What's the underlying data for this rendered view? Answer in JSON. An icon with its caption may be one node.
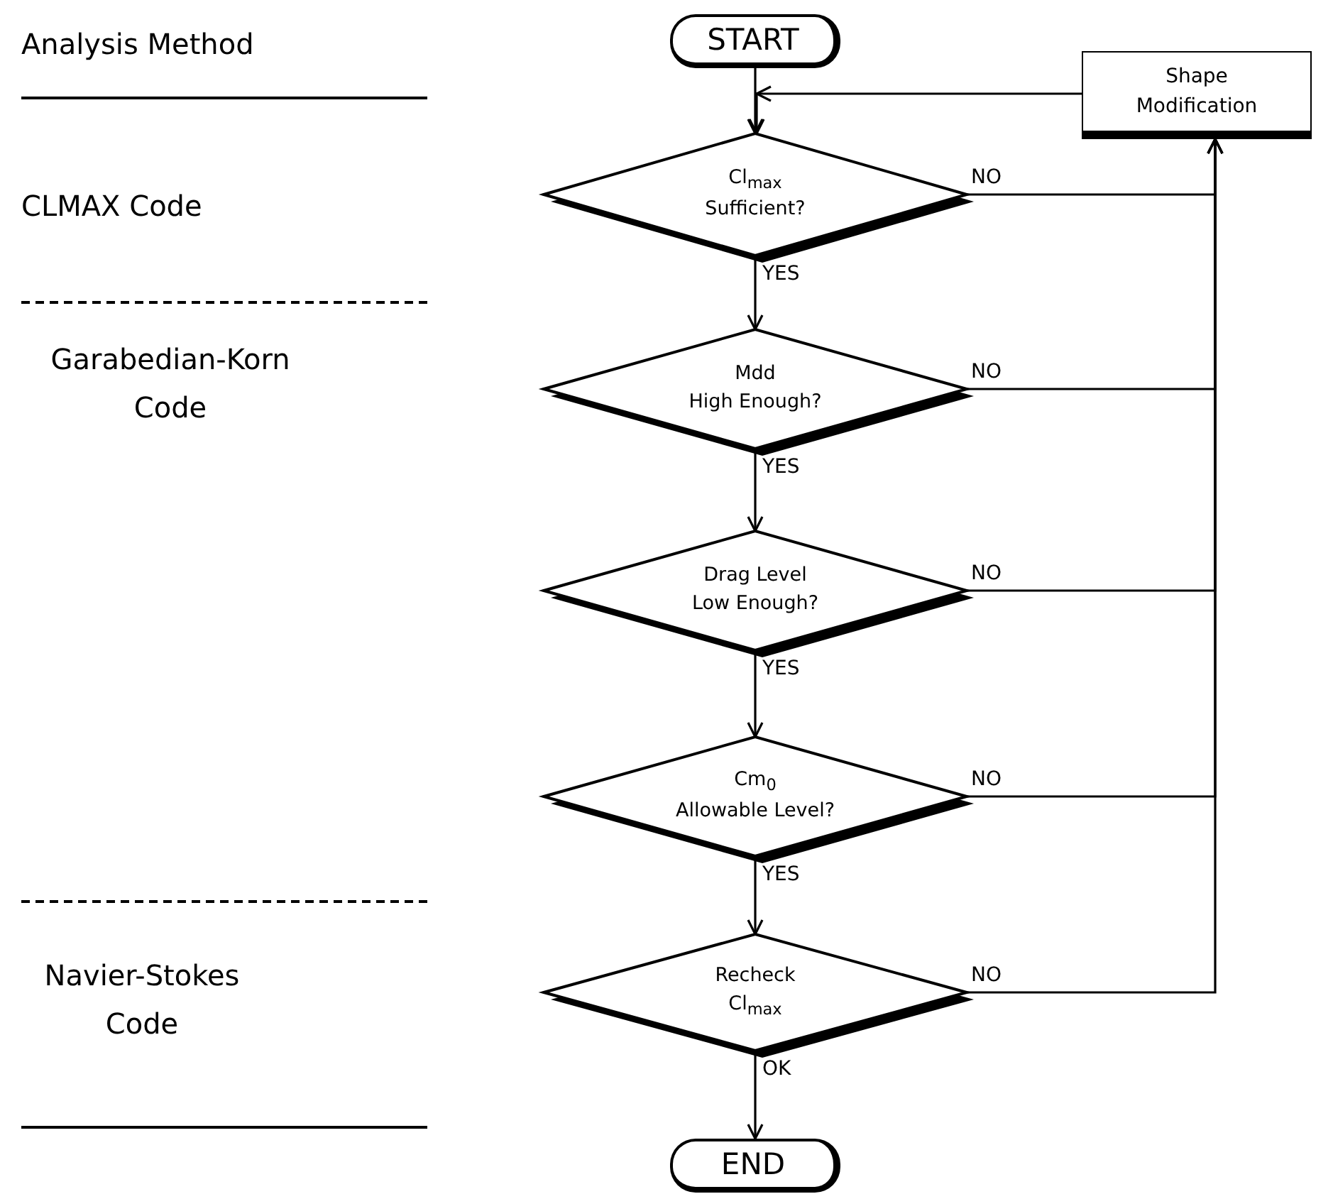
{
  "diagram": {
    "nodes": [
      {
        "text": [
          "START"
        ]
      },
      {
        "text": [
          "Cl$_{max}$ Sufficient?"
        ]
      },
      {
        "text": [
          "Mdd High Enough?"
        ]
      },
      {
        "text": [
          "Drag Level Low Enough?"
        ]
      },
      {
        "text": [
          "Cm$_{0}$ Allowable Level?"
        ]
      },
      {
        "text": [
          "Recheck Cl$_{max}$"
        ]
      },
      {
        "text": [
          "END"
        ]
      },
      {
        "text": [
          "Shape Modification"
        ]
      }
    ],
    "edges": [
      {
        "from": 0,
        "to": 1,
        "arrow": "to"
      },
      {
        "from": 1,
        "to": 2,
        "arrow": "to",
        "label": "YES"
      },
      {
        "from": 2,
        "to": 3,
        "arrow": "to",
        "label": "YES"
      },
      {
        "from": 3,
        "to": 4,
        "arrow": "to",
        "label": "YES"
      },
      {
        "from": 4,
        "to": 5,
        "arrow": "to",
        "label": "YES"
      },
      {
        "from": 5,
        "to": 6,
        "arrow": "to",
        "label": "OK"
      },
      {
        "from": 1,
        "to": 7,
        "arrow": "to",
        "label": "NO"
      },
      {
        "from": 2,
        "to": 7,
        "arrow": "to",
        "label": "NO"
      },
      {
        "from": 3,
        "to": 7,
        "arrow": "to",
        "label": "NO"
      },
      {
        "from": 4,
        "to": 7,
        "arrow": "to",
        "label": "NO"
      },
      {
        "from": 5,
        "to": 7,
        "arrow": "to",
        "label": "NO"
      },
      {
        "from": 7,
        "to": 1,
        "arrow": "to"
      }
    ],
    "labels": [
      "Analysis Method",
      "CLMAX Code",
      "Garabedian-Korn Code",
      "Navier-Stokes Code"
    ]
  }
}
